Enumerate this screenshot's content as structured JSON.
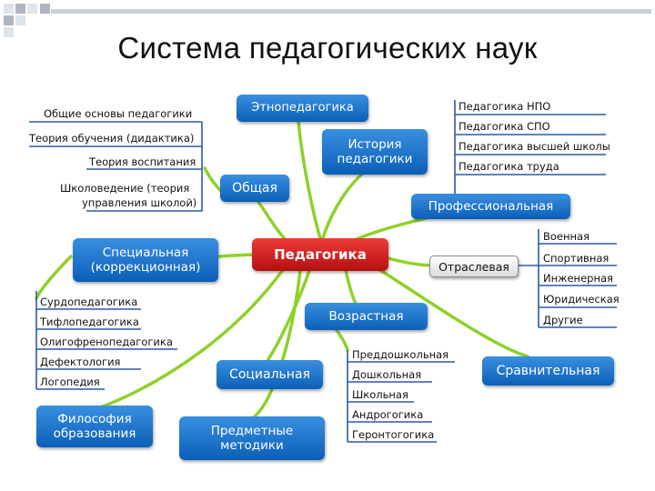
{
  "title": "Система педагогических наук",
  "center": "Педагогика",
  "nodes": {
    "etno": "Этнопедагогика",
    "history_1": "История",
    "history_2": "педагогики",
    "general": "Общая",
    "professional": "Профессиональная",
    "special_1": "Специальная",
    "special_2": "(коррекционная)",
    "branch": "Отраслевая",
    "age": "Возрастная",
    "social": "Социальная",
    "comparative": "Сравнительная",
    "philosophy_1": "Философия",
    "philosophy_2": "образования",
    "subject_1": "Предметные",
    "subject_2": "методики"
  },
  "general_items": [
    "Общие основы педагогики",
    "Теория обучения (дидактика)",
    "Теория воспитания",
    "Школоведение (теория",
    "управления школой)"
  ],
  "professional_items": [
    "Педагогика НПО",
    "Педагогика СПО",
    "Педагогика высшей школы",
    "Педагогика труда"
  ],
  "branch_items": [
    "Военная",
    "Спортивная",
    "Инженерная",
    "Юридическая",
    "Другие"
  ],
  "special_items": [
    "Сурдопедагогика",
    "Тифлопедагогика",
    "Олигофренопедагогика",
    "Дефектология",
    "Логопедия"
  ],
  "age_items": [
    "Преддошкольная",
    "Дошкольная",
    "Школьная",
    "Андрогогика",
    "Геронтогогика"
  ],
  "colors": {
    "box_blue": "#1a6fcc",
    "center_red": "#d42020",
    "branch_line": "#8ed12a",
    "list_line": "#2a5aa8"
  }
}
